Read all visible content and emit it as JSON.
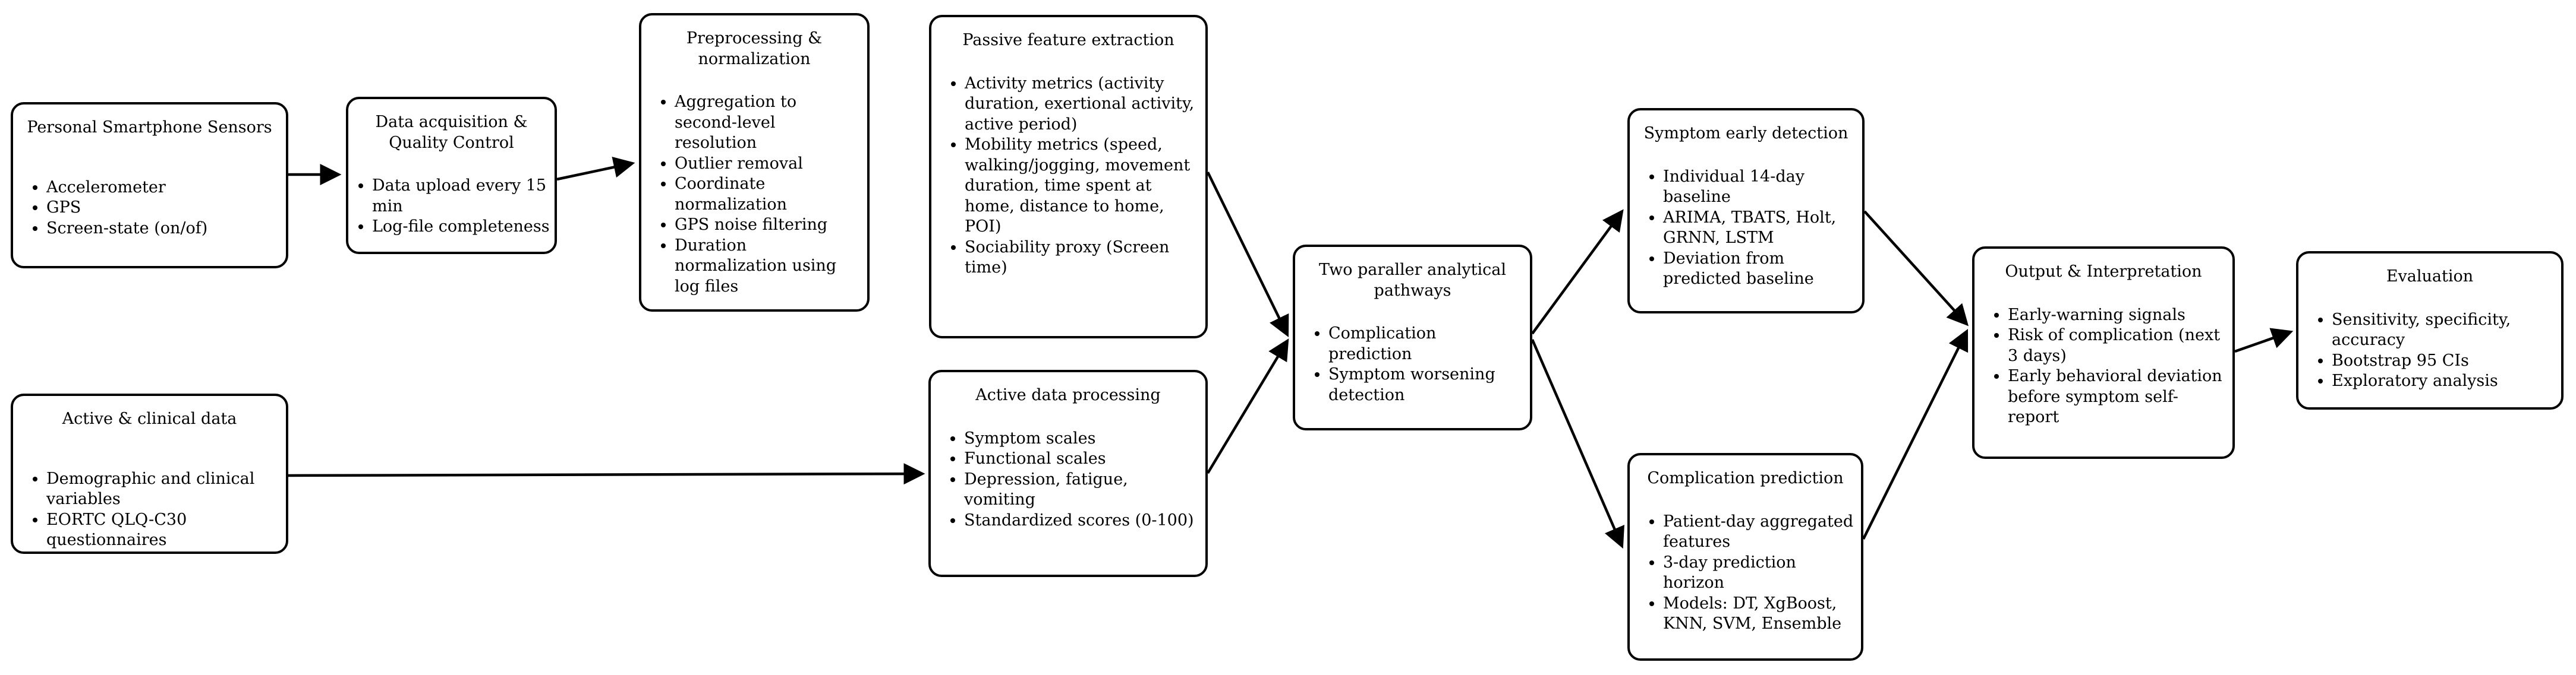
{
  "diagram": {
    "colors": {
      "background": "#ffffff",
      "box_border": "#000000",
      "text": "#000000",
      "arrow": "#000000"
    },
    "boxes": [
      {
        "id": "personal-smartphone-sensors",
        "title": "Personal Smartphone Sensors",
        "bullets": [
          "Accelerometer",
          "GPS",
          "Screen-state (on/of)"
        ]
      },
      {
        "id": "data-acquisition-quality-control",
        "title": "Data acquisition & Quality Control",
        "bullets": [
          "Data upload every 15 min",
          "Log-file completeness"
        ]
      },
      {
        "id": "preprocessing-normalization",
        "title": "Preprocessing & normalization",
        "bullets": [
          "Aggregation to second-level resolution",
          "Outlier removal",
          "Coordinate normalization",
          "GPS noise filtering",
          "Duration normalization using log files"
        ]
      },
      {
        "id": "passive-feature-extraction",
        "title": "Passive feature extraction",
        "bullets": [
          "Activity metrics (activity duration, exertional activity, active period)",
          "Mobility metrics (speed, walking/jogging, movement duration, time spent at home, distance to home, POI)",
          "Sociability proxy (Screen time)"
        ]
      },
      {
        "id": "active-clinical-data",
        "title": "Active & clinical data",
        "bullets": [
          "Demographic and clinical variables",
          "EORTC QLQ-C30 questionnaires"
        ]
      },
      {
        "id": "active-data-processing",
        "title": "Active data processing",
        "bullets": [
          "Symptom scales",
          "Functional scales",
          "Depression, fatigue, vomiting",
          "Standardized scores (0-100)"
        ]
      },
      {
        "id": "two-parallel-analytical-pathways",
        "title": "Two paraller analytical pathways",
        "bullets": [
          "Complication prediction",
          "Symptom worsening detection"
        ]
      },
      {
        "id": "symptom-early-detection",
        "title": "Symptom early detection",
        "bullets": [
          "Individual 14-day baseline",
          "ARIMA, TBATS, Holt, GRNN, LSTM",
          "Deviation from predicted baseline"
        ]
      },
      {
        "id": "complication-prediction",
        "title": "Complication prediction",
        "bullets": [
          "Patient-day aggregated features",
          "3-day prediction horizon",
          "Models: DT, XgBoost, KNN, SVM, Ensemble"
        ]
      },
      {
        "id": "output-interpretation",
        "title": "Output & Interpretation",
        "bullets": [
          "Early-warning signals",
          "Risk of complication (next 3 days)",
          "Early behavioral deviation before symptom self-report"
        ]
      },
      {
        "id": "evaluation",
        "title": "Evaluation",
        "bullets": [
          "Sensitivity, specificity, accuracy",
          "Bootstrap 95 CIs",
          "Exploratory analysis"
        ]
      }
    ],
    "edges": [
      {
        "from": "personal-smartphone-sensors",
        "to": "data-acquisition-quality-control"
      },
      {
        "from": "data-acquisition-quality-control",
        "to": "preprocessing-normalization"
      },
      {
        "from": "passive-feature-extraction",
        "to": "two-parallel-analytical-pathways"
      },
      {
        "from": "active-clinical-data",
        "to": "active-data-processing"
      },
      {
        "from": "active-data-processing",
        "to": "two-parallel-analytical-pathways"
      },
      {
        "from": "two-parallel-analytical-pathways",
        "to": "symptom-early-detection"
      },
      {
        "from": "two-parallel-analytical-pathways",
        "to": "complication-prediction"
      },
      {
        "from": "symptom-early-detection",
        "to": "output-interpretation"
      },
      {
        "from": "complication-prediction",
        "to": "output-interpretation"
      },
      {
        "from": "output-interpretation",
        "to": "evaluation"
      }
    ]
  }
}
